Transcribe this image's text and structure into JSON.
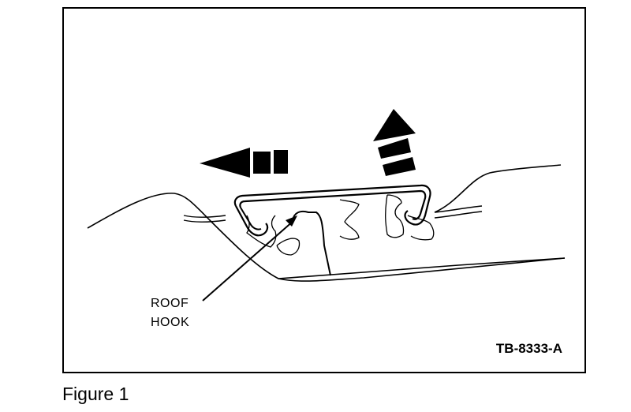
{
  "diagram": {
    "callout_line_1": "ROOF",
    "callout_line_2": "HOOK",
    "drawing_number": "TB-8333-A"
  },
  "caption": "Figure 1"
}
